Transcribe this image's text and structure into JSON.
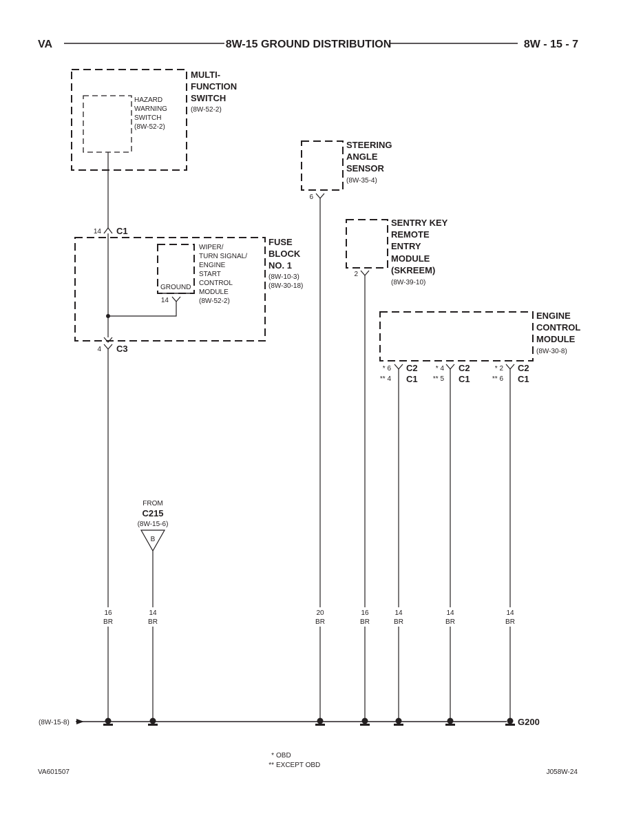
{
  "header": {
    "left": "VA",
    "title": "8W-15 GROUND DISTRIBUTION",
    "right": "8W - 15 - 7"
  },
  "components": {
    "multi_function_switch": {
      "name": [
        "MULTI-",
        "FUNCTION",
        "SWITCH"
      ],
      "ref": "(8W-52-2)"
    },
    "hazard_warning_switch": {
      "name": [
        "HAZARD",
        "WARNING",
        "SWITCH",
        "(8W-52-2)"
      ]
    },
    "fuse_block": {
      "name": [
        "FUSE",
        "BLOCK",
        "NO. 1"
      ],
      "refs": [
        "(8W-10-3)",
        "(8W-30-18)"
      ]
    },
    "wiper_module": {
      "name": [
        "WIPER/",
        "TURN SIGNAL/",
        "ENGINE",
        "START",
        "CONTROL",
        "MODULE",
        "(8W-52-2)"
      ],
      "ground_label": "GROUND"
    },
    "steering_angle_sensor": {
      "name": [
        "STEERING",
        "ANGLE",
        "SENSOR"
      ],
      "ref": "(8W-35-4)"
    },
    "skreem": {
      "name": [
        "SENTRY KEY",
        "REMOTE",
        "ENTRY",
        "MODULE",
        "(SKREEM)"
      ],
      "ref": "(8W-39-10)"
    },
    "ecm": {
      "name": [
        "ENGINE",
        "CONTROL",
        "MODULE"
      ],
      "ref": "(8W-30-8)"
    },
    "from_c215": {
      "from": "FROM",
      "connector": "C215",
      "ref": "(8W-15-6)",
      "letter": "B"
    }
  },
  "connectors": {
    "c1_top": {
      "pin": "14",
      "name": "C1"
    },
    "wiper_pin": "14",
    "c3": {
      "pin": "4",
      "name": "C3"
    },
    "sas_pin": "6",
    "skreem_pin": "2",
    "ecm_pins": [
      {
        "obd": "6",
        "obd_conn": "C2",
        "nonobd": "4",
        "nonobd_conn": "C1"
      },
      {
        "obd": "4",
        "obd_conn": "C2",
        "nonobd": "5",
        "nonobd_conn": "C1"
      },
      {
        "obd": "2",
        "obd_conn": "C2",
        "nonobd": "6",
        "nonobd_conn": "C1"
      }
    ]
  },
  "wires": [
    {
      "gauge": "16",
      "color": "BR"
    },
    {
      "gauge": "14",
      "color": "BR"
    },
    {
      "gauge": "20",
      "color": "BR"
    },
    {
      "gauge": "16",
      "color": "BR"
    },
    {
      "gauge": "14",
      "color": "BR"
    },
    {
      "gauge": "14",
      "color": "BR"
    },
    {
      "gauge": "14",
      "color": "BR"
    }
  ],
  "ground_bus": {
    "ref": "(8W-15-8)",
    "ground": "G200"
  },
  "legend": [
    {
      "mark": "*",
      "text": "OBD"
    },
    {
      "mark": "**",
      "text": "EXCEPT OBD"
    }
  ],
  "footer": {
    "left": "VA601507",
    "right": "J058W-24"
  }
}
